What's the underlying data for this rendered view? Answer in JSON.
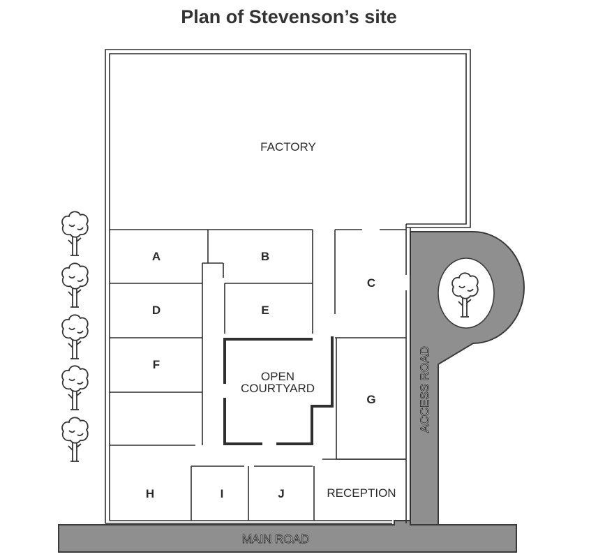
{
  "title": "Plan of Stevenson’s site",
  "areas": {
    "factory": "FACTORY",
    "a": "A",
    "b": "B",
    "c": "C",
    "d": "D",
    "e": "E",
    "f": "F",
    "g": "G",
    "h": "H",
    "i": "I",
    "j": "J",
    "courtyard_line1": "OPEN",
    "courtyard_line2": "COURTYARD",
    "reception": "RECEPTION"
  },
  "roads": {
    "main": "MAIN ROAD",
    "access": "ACCESS ROAD"
  },
  "colors": {
    "road": "#8f8f8f",
    "wall": "#2f2f2f",
    "title": "#333333"
  },
  "icons": [
    "tree-icon"
  ]
}
